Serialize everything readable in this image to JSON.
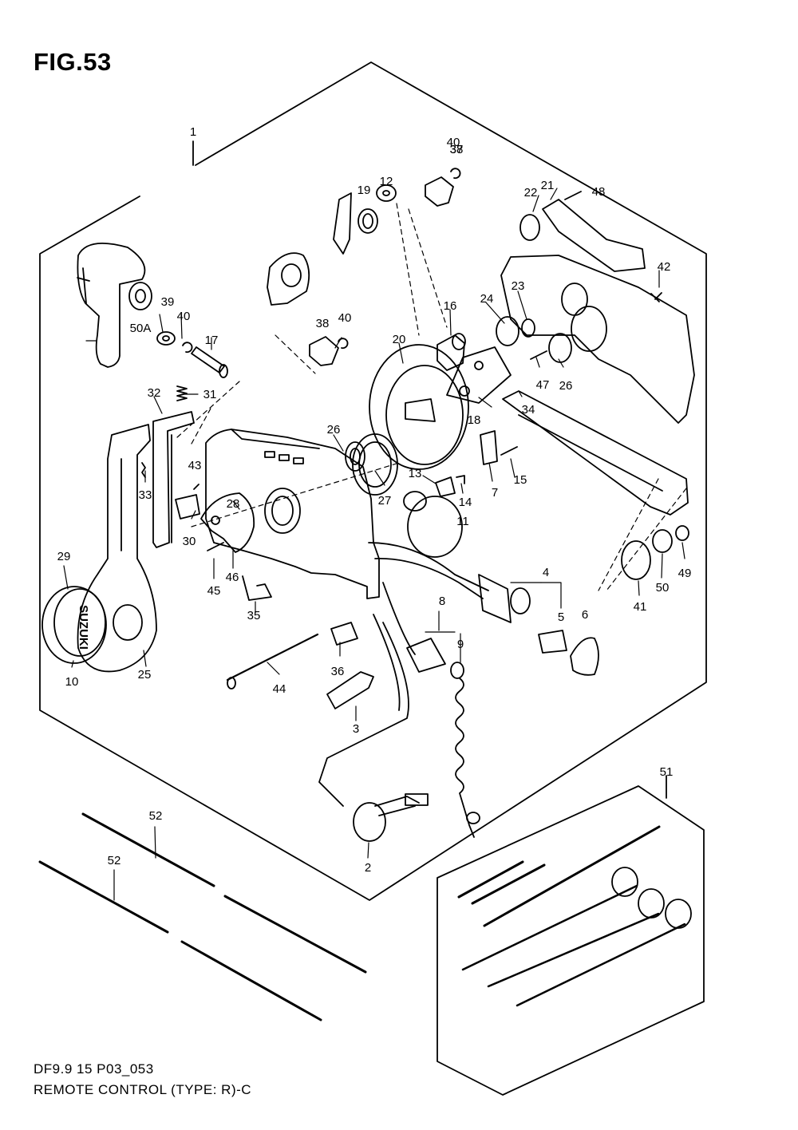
{
  "figure": {
    "title": "FIG.53"
  },
  "footer": {
    "code": "DF9.9 15 P03_053",
    "caption": "REMOTE CONTROL (TYPE: R)-C"
  },
  "callouts": [
    "1",
    "2",
    "3",
    "4",
    "5",
    "6",
    "7",
    "8",
    "9",
    "10",
    "11",
    "12",
    "13",
    "14",
    "15",
    "16",
    "17",
    "18",
    "19",
    "20",
    "21",
    "22",
    "23",
    "24",
    "25",
    "26",
    "26",
    "27",
    "28",
    "29",
    "30",
    "31",
    "32",
    "33",
    "34",
    "35",
    "36",
    "37",
    "38",
    "38",
    "39",
    "40",
    "40",
    "40",
    "41",
    "42",
    "43",
    "44",
    "45",
    "46",
    "47",
    "48",
    "49",
    "50",
    "50A",
    "51",
    "52",
    "52"
  ],
  "emblem": {
    "text": "SUZUKI"
  }
}
